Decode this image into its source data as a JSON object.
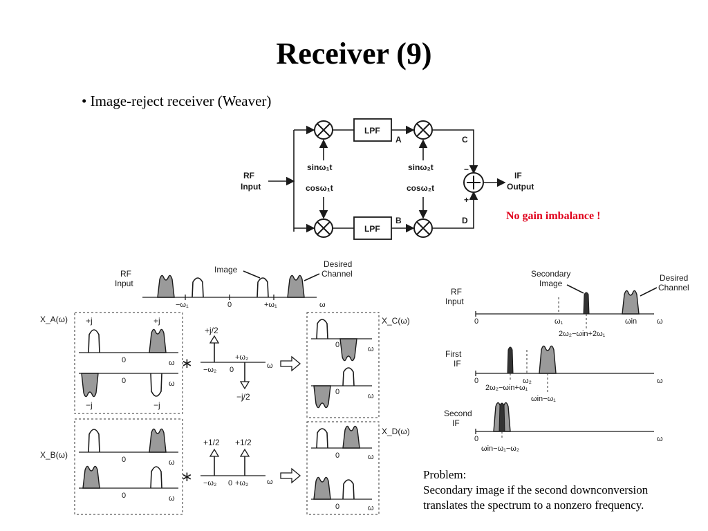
{
  "slide": {
    "title": "Receiver (9)",
    "bullet": "• Image-reject receiver (Weaver)",
    "note": "No gain imbalance !",
    "problem": {
      "heading": "Problem:",
      "line1": "Secondary image if the second downconversion",
      "line2": "translates the spectrum to a nonzero frequency."
    }
  },
  "block_diagram": {
    "rf_input": [
      "RF",
      "Input"
    ],
    "lpf": "LPF",
    "sin1": "sinω₁t",
    "cos1": "cosω₁t",
    "sin2": "sinω₂t",
    "cos2": "cosω₂t",
    "node_a": "A",
    "node_b": "B",
    "node_c": "C",
    "node_d": "D",
    "minus": "−",
    "plus": "+",
    "if_output": [
      "IF",
      "Output"
    ]
  },
  "weaver_spectra": {
    "rf_input": [
      "RF",
      "Input"
    ],
    "image": "Image",
    "desired_channel": [
      "Desired",
      "Channel"
    ],
    "neg_w1": "−ω₁",
    "zero": "0",
    "pos_w1": "+ω₁",
    "omega": "ω",
    "xa": "X_A(ω)",
    "xb": "X_B(ω)",
    "xc": "X_C(ω)",
    "xd": "X_D(ω)",
    "plus_j": "+j",
    "minus_j": "−j",
    "plus_j2": "+j/2",
    "minus_j2": "−j/2",
    "half": "+1/2",
    "neg_w2": "−ω₂",
    "pos_w2": "+ω₂",
    "convolve": "∗"
  },
  "secondary_image": {
    "rf_input": [
      "RF",
      "Input"
    ],
    "secondary_image": [
      "Secondary",
      "Image"
    ],
    "desired_channel": [
      "Desired",
      "Channel"
    ],
    "first_if": [
      "First",
      "IF"
    ],
    "second_if": [
      "Second",
      "IF"
    ],
    "zero": "0",
    "omega": "ω",
    "w1": "ω₁",
    "w2": "ω₂",
    "win": "ωin",
    "expr1": "2ω₂−ωin+2ω₁",
    "expr2": "2ω₂−ωin+ω₁",
    "expr3": "ωin−ω₁",
    "expr4": "ωin−ω₁−ω₂"
  }
}
